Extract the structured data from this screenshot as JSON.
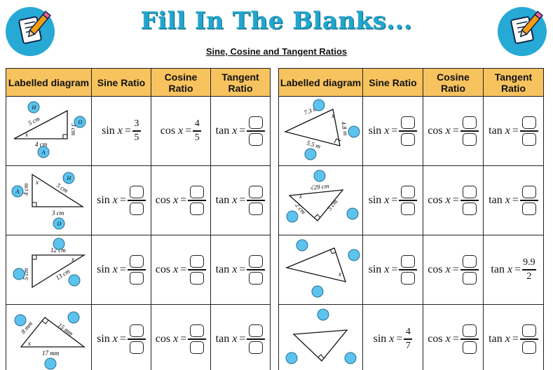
{
  "title": "Fill In The Blanks...",
  "subtitle": "Sine, Cosine and Tangent Ratios",
  "headers": [
    "Labelled diagram",
    "Sine Ratio",
    "Cosine Ratio",
    "Tangent Ratio"
  ],
  "ratio_labels": {
    "sin": "sin",
    "cos": "cos",
    "tan": "tan",
    "var": "x",
    "eq": "="
  },
  "left_rows": [
    {
      "sin": {
        "num": "3",
        "den": "5"
      },
      "cos": {
        "num": "4",
        "den": "5"
      },
      "tan": null
    },
    {
      "sin": null,
      "cos": null,
      "tan": null
    },
    {
      "sin": null,
      "cos": null,
      "tan": null
    },
    {
      "sin": null,
      "cos": null,
      "tan": null
    }
  ],
  "right_rows": [
    {
      "sin": null,
      "cos": null,
      "tan": null
    },
    {
      "sin": null,
      "cos": null,
      "tan": null
    },
    {
      "sin": null,
      "cos": null,
      "tan": {
        "num": "9.9",
        "den": "2"
      }
    },
    {
      "sin": {
        "num": "4",
        "den": "7"
      },
      "cos": null,
      "tan": null
    }
  ],
  "diagrams": {
    "left": [
      {
        "hyp": "5 cm",
        "opp": "3 cm",
        "adj": "4 cm",
        "angle": "x",
        "circles": [
          "H",
          "O",
          "A"
        ]
      },
      {
        "hyp": "5 cm",
        "opp": "4 cm",
        "adj": "3 cm",
        "angle": "x",
        "circles": [
          "H",
          "A",
          "O"
        ]
      },
      {
        "top": "12 cm",
        "left": "5 cm",
        "hyp": "13 cm",
        "angle": "x"
      },
      {
        "a": "8 mm",
        "b": "15 mm",
        "c": "17 mm",
        "angle": "x"
      }
    ],
    "right": [
      {
        "a": "7.3 m",
        "b": "4.8 m",
        "c": "5.5 m",
        "angle": "x"
      },
      {
        "a": "√29 cm",
        "b": "2 cm",
        "c": "5 cm",
        "angle": "x"
      },
      {
        "angle": "x"
      },
      {}
    ]
  },
  "colors": {
    "header_bg": "#f7c35f",
    "circle": "#5cc3ee",
    "title": "#1fa7cf",
    "logo": "#27a9d6"
  },
  "icons": {
    "logo": "notepad-pencil-icon"
  }
}
